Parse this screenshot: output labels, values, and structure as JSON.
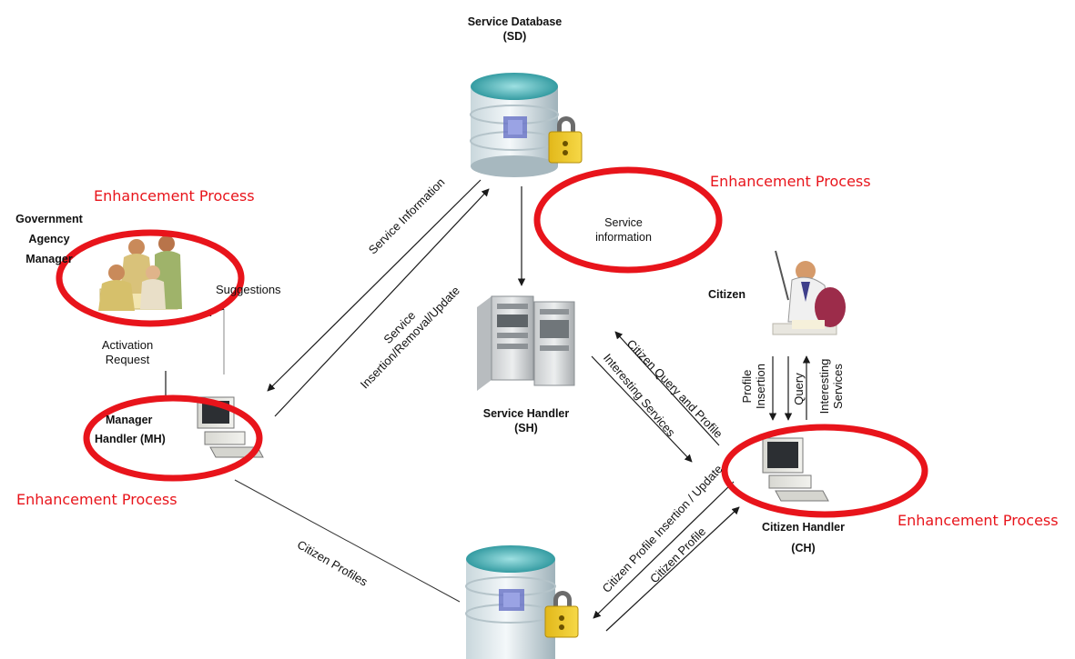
{
  "nodes": {
    "service_database": {
      "name": "Service Database",
      "abbr": "(SD)"
    },
    "service_handler": {
      "name": "Service Handler",
      "abbr": "(SH)"
    },
    "manager_handler": {
      "line1": "Manager",
      "line2": "Handler (MH)"
    },
    "citizen_handler": {
      "name": "Citizen Handler",
      "abbr": "(CH)"
    },
    "government_agency_manager": {
      "line1": "Government",
      "line2": "Agency",
      "line3": "Manager"
    },
    "citizen": {
      "name": "Citizen"
    }
  },
  "edges": {
    "service_information": "Service Information",
    "service_insertion_line1": "Service",
    "service_insertion_line2": "Insertion/Removal/Update",
    "suggestions": "Suggestions",
    "activation_request_line1": "Activation",
    "activation_request_line2": "Request",
    "citizen_query_profile": "Citizen Query and Profile",
    "interesting_services": "Interesting Services",
    "citizen_profile_insertion": "Citizen Profile Insertion / Update",
    "citizen_profile": "Citizen Profile",
    "citizen_profiles": "Citizen Profiles",
    "profile_insertion_line1": "Profile",
    "profile_insertion_line2": "Insertion",
    "query": "Query",
    "interesting_services_v_line1": "Interesting",
    "interesting_services_v_line2": "Services"
  },
  "annotations": {
    "service_information_note_line1": "Service",
    "service_information_note_line2": "information",
    "enhancement_process": "Enhancement Process"
  },
  "colors": {
    "highlight": "#e8141b",
    "arrow": "#1a1a1a",
    "database": "#2fa3a8"
  }
}
